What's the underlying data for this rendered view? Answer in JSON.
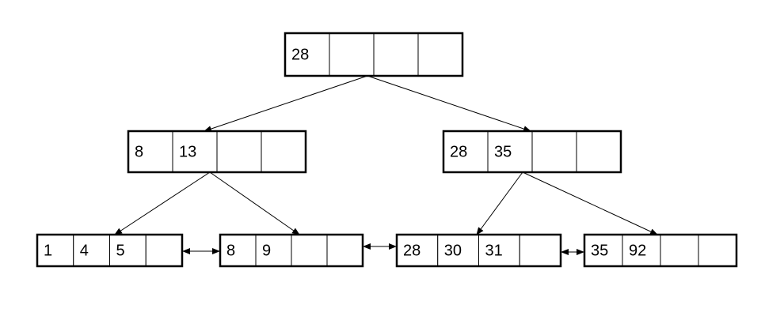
{
  "tree": {
    "root": {
      "keys": [
        "28",
        "",
        "",
        ""
      ]
    },
    "internal": [
      {
        "keys": [
          "8",
          "13",
          "",
          ""
        ]
      },
      {
        "keys": [
          "28",
          "35",
          "",
          ""
        ]
      }
    ],
    "leaves": [
      {
        "keys": [
          "1",
          "4",
          "5",
          ""
        ]
      },
      {
        "keys": [
          "8",
          "9",
          "",
          ""
        ]
      },
      {
        "keys": [
          "28",
          "30",
          "31",
          ""
        ]
      },
      {
        "keys": [
          "35",
          "92",
          "",
          ""
        ]
      }
    ]
  }
}
